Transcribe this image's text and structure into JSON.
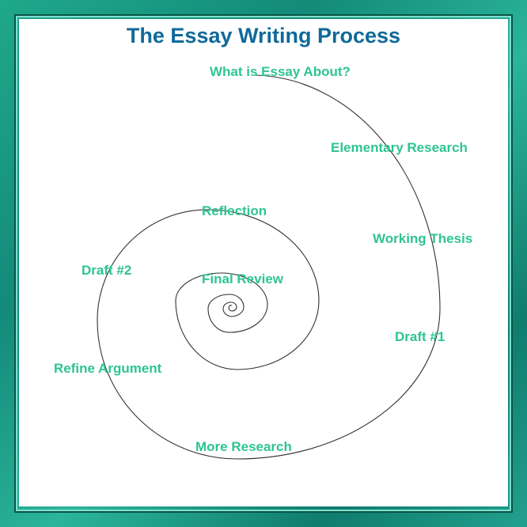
{
  "title": "The Essay Writing Process",
  "stages": [
    "What is Essay About?",
    "Elementary Research",
    "Working Thesis",
    "Draft #1",
    "More Research",
    "Refine Argument",
    "Draft #2",
    "Reflection",
    "Final Review"
  ]
}
